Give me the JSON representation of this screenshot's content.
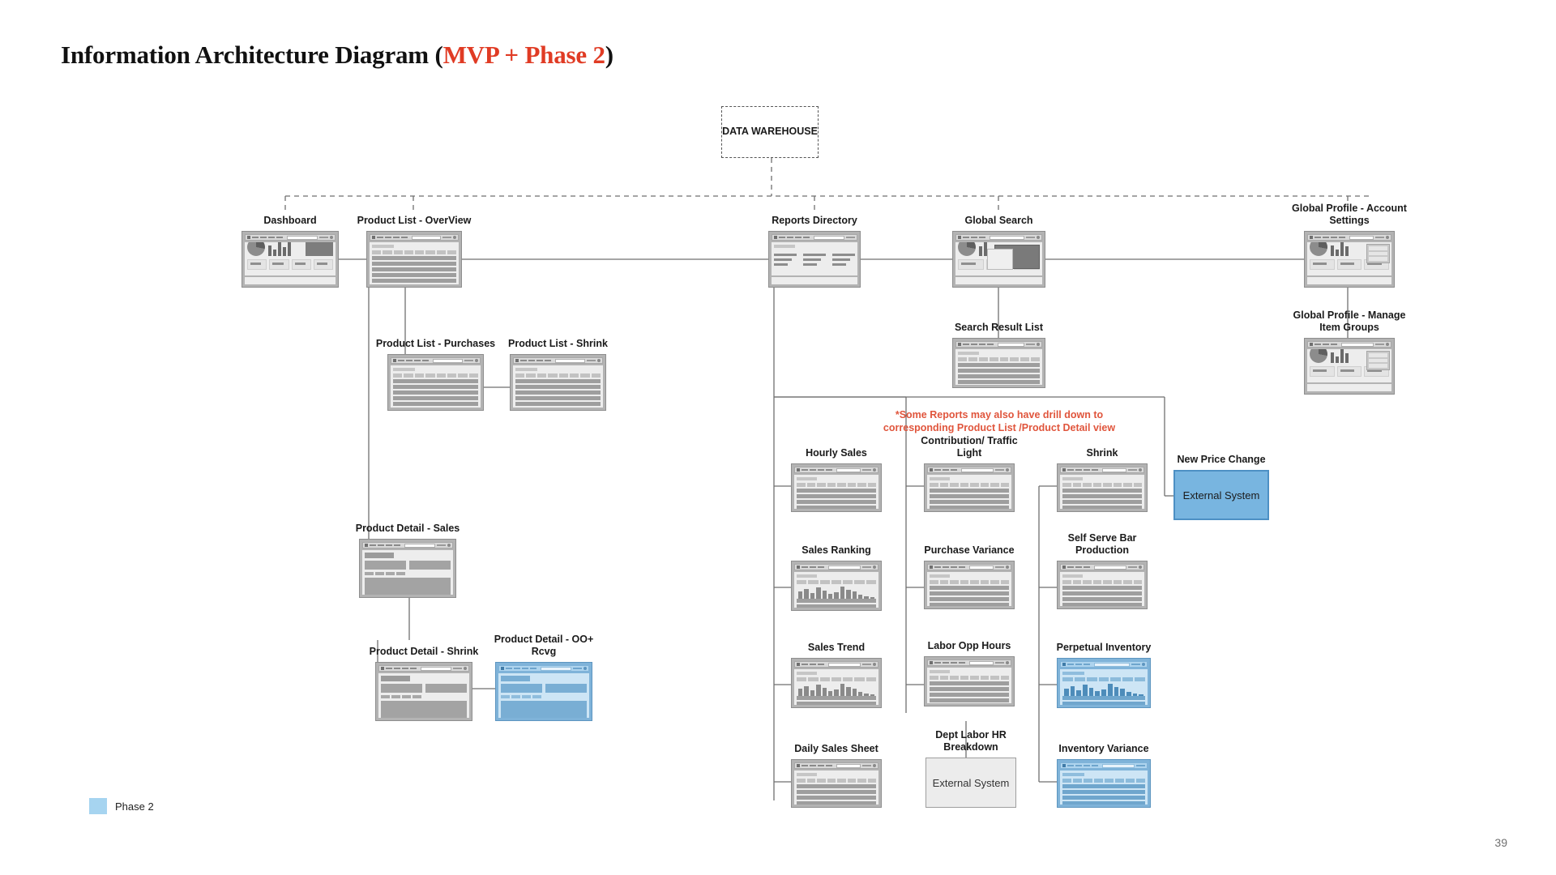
{
  "page": {
    "title_main": "Information Architecture Diagram (",
    "title_accent": "MVP + Phase 2",
    "title_tail": ")",
    "page_number": "39",
    "background": "#ffffff",
    "accent_color": "#e03b24",
    "phase2_color": "#a6d4f0"
  },
  "legend": {
    "swatch_color": "#a6d4f0",
    "label": "Phase 2"
  },
  "annotation": {
    "text": "*Some Reports may also have drill down to corresponding Product List /Product Detail view",
    "color": "#e0553c"
  },
  "data_warehouse": {
    "label": "DATA WAREHOUSE",
    "style": "dashed-box"
  },
  "top_level": [
    {
      "label": "Dashboard",
      "type": "wireframe-dashboard",
      "phase2": false
    },
    {
      "label": "Product List - OverView",
      "type": "wireframe-table",
      "phase2": false
    },
    {
      "label": "Reports Directory",
      "type": "wireframe-directory",
      "phase2": false
    },
    {
      "label": "Global Search",
      "type": "wireframe-search",
      "phase2": false
    },
    {
      "label": "Global Profile - Account Settings",
      "type": "wireframe-panel",
      "phase2": false
    }
  ],
  "product_list_children": [
    {
      "label": "Product List - Purchases",
      "type": "wireframe-table",
      "phase2": false
    },
    {
      "label": "Product List - Shrink",
      "type": "wireframe-table",
      "phase2": false
    }
  ],
  "product_detail": {
    "label": "Product Detail - Sales",
    "type": "wireframe-detail",
    "phase2": false
  },
  "product_detail_children": [
    {
      "label": "Product Detail - Shrink",
      "type": "wireframe-detail",
      "phase2": false
    },
    {
      "label": "Product Detail - OO+ Rcvg",
      "type": "wireframe-detail",
      "phase2": true
    }
  ],
  "global_search_children": [
    {
      "label": "Search Result List",
      "type": "wireframe-table",
      "phase2": false
    }
  ],
  "global_profile_children": [
    {
      "label": "Global Profile - Manage Item Groups",
      "type": "wireframe-panel",
      "phase2": false
    }
  ],
  "reports": {
    "column_1": [
      {
        "label": "Hourly Sales",
        "type": "wireframe-table",
        "phase2": false
      },
      {
        "label": "Sales Ranking",
        "type": "wireframe-chart",
        "phase2": false
      },
      {
        "label": "Sales Trend",
        "type": "wireframe-chart",
        "phase2": false
      },
      {
        "label": "Daily Sales Sheet",
        "type": "wireframe-table",
        "phase2": false
      }
    ],
    "column_2": [
      {
        "label": "Contribution/ Traffic Light",
        "type": "wireframe-table",
        "phase2": false
      },
      {
        "label": "Purchase Variance",
        "type": "wireframe-table",
        "phase2": false
      },
      {
        "label": "Labor Opp Hours",
        "type": "wireframe-table",
        "phase2": false
      },
      {
        "label": "Dept Labor HR Breakdown",
        "type": "external-system",
        "external_label": "External System",
        "phase2": false
      }
    ],
    "column_3": [
      {
        "label": "Shrink",
        "type": "wireframe-table",
        "phase2": false
      },
      {
        "label": "Self Serve Bar Production",
        "type": "wireframe-table",
        "phase2": false
      },
      {
        "label": "Perpetual Inventory",
        "type": "wireframe-chart",
        "phase2": true
      },
      {
        "label": "Inventory Variance",
        "type": "wireframe-table",
        "phase2": true
      }
    ],
    "column_4": [
      {
        "label": "New Price Change",
        "type": "external-system",
        "external_label": "External System",
        "phase2": true
      }
    ]
  }
}
